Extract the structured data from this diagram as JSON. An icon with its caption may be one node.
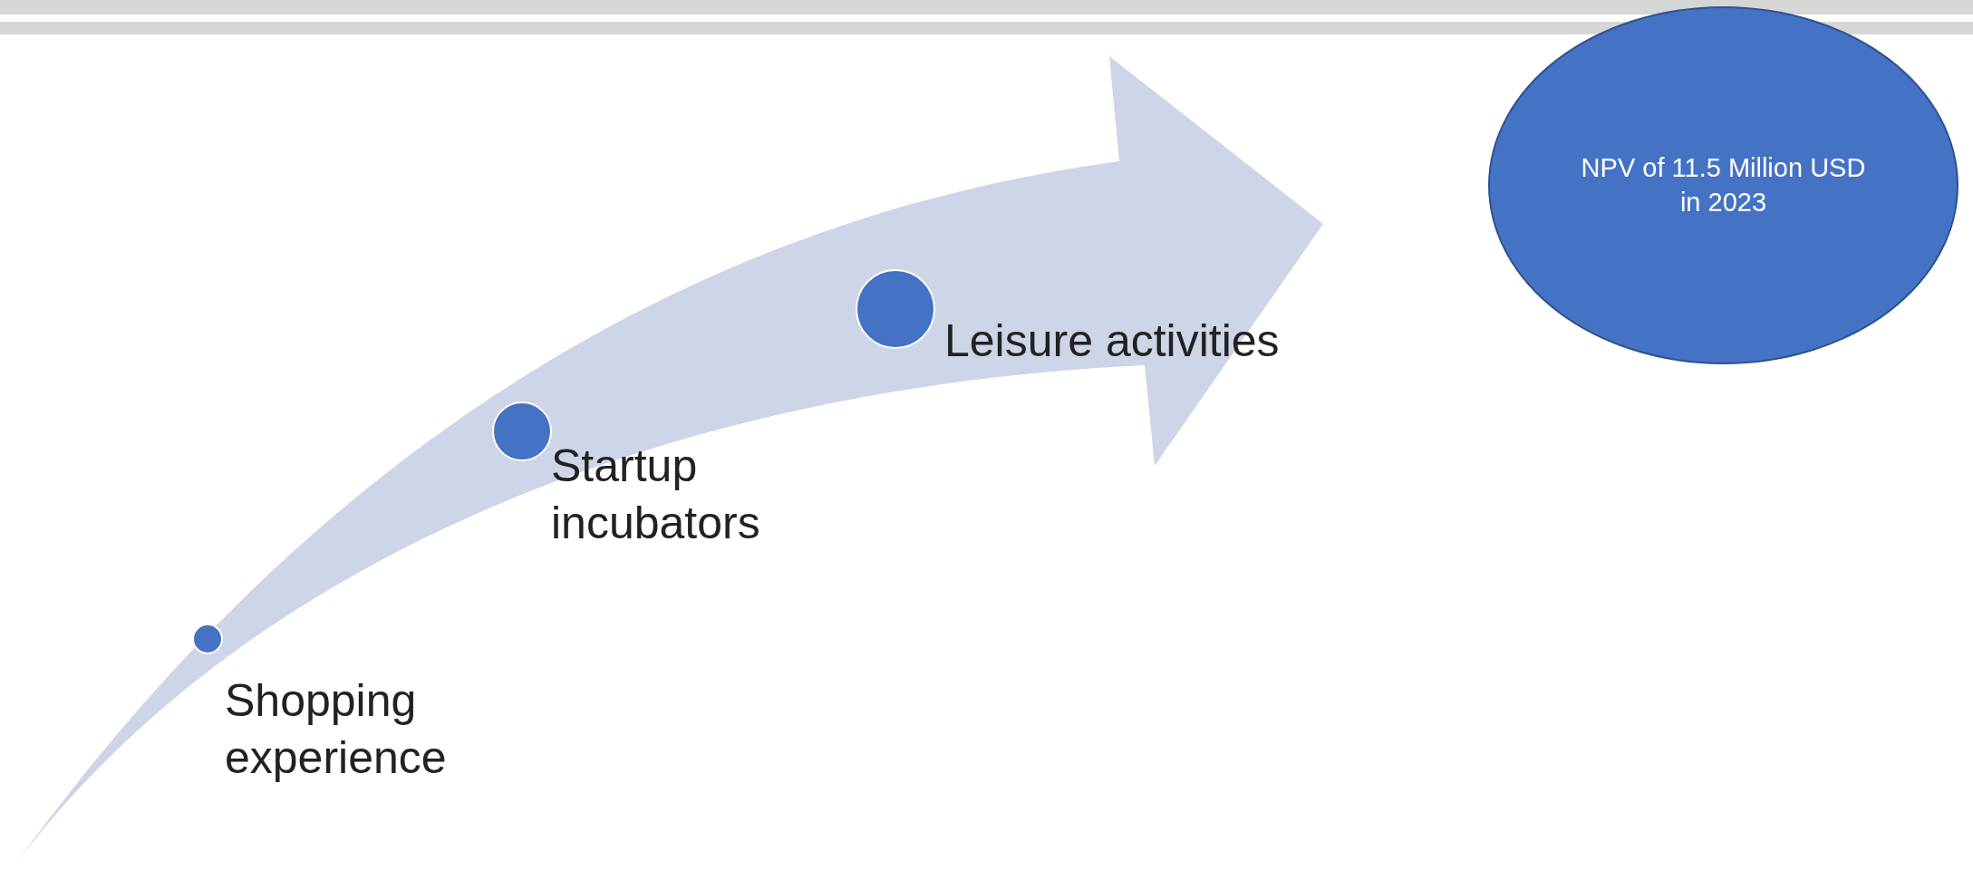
{
  "diagram": {
    "nodes": [
      {
        "text": [],
        "shape": "circle",
        "beside": [
          "Shopping experience"
        ]
      },
      {
        "text": [],
        "shape": "circle",
        "beside": [
          "Startup incubators"
        ]
      },
      {
        "text": [],
        "shape": "circle",
        "beside": [
          "Leisure activities"
        ]
      },
      {
        "text": [
          "NPV of 11.5 Million USD in 2023"
        ]
      }
    ],
    "edges": []
  }
}
